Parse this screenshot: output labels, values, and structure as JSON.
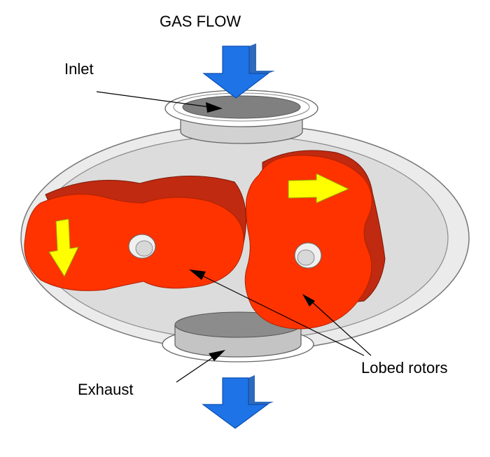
{
  "labels": {
    "gas_flow": "GAS FLOW",
    "inlet": "Inlet",
    "exhaust": "Exhaust",
    "lobed_rotors": "Lobed rotors"
  },
  "colors": {
    "arrow_blue": "#1E73E6",
    "arrow_blue_dark": "#0A4FB0",
    "rotor_red": "#FF3300",
    "rotor_shadow": "#C02A10",
    "direction_arrow": "#FFFF00",
    "port_gray": "#808080",
    "housing_fill": "#E6E6E6"
  },
  "icons": {
    "gas_in": "arrow-down-icon",
    "gas_out": "arrow-down-icon",
    "left_rotor_direction": "arrow-down-icon",
    "right_rotor_direction": "arrow-right-icon"
  }
}
